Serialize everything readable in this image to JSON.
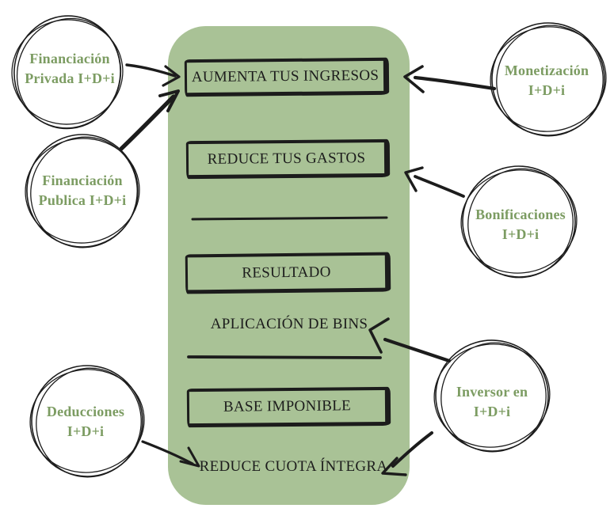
{
  "colors": {
    "panel_green": "#a9c296",
    "text_green": "#7c9c62",
    "ink": "#1c1c1c",
    "background": "#ffffff"
  },
  "panel": {
    "boxes": [
      {
        "label": "AUMENTA TUS INGRESOS"
      },
      {
        "label": "REDUCE TUS GASTOS"
      },
      {
        "label": "RESULTADO"
      },
      {
        "label": "BASE IMPONIBLE"
      }
    ],
    "labels": [
      {
        "label": "APLICACIÓN DE BINS"
      },
      {
        "label": "REDUCE CUOTA ÍNTEGRA"
      }
    ]
  },
  "circles": [
    {
      "id": "financiacion-privada",
      "lines": [
        "Financiación",
        "Privada I+D+i"
      ]
    },
    {
      "id": "financiacion-publica",
      "lines": [
        "Financiación",
        "Publica I+D+i"
      ]
    },
    {
      "id": "monetizacion",
      "lines": [
        "Monetización",
        "I+D+i"
      ]
    },
    {
      "id": "bonificaciones",
      "lines": [
        "Bonificaciones",
        "I+D+i"
      ]
    },
    {
      "id": "deducciones",
      "lines": [
        "Deducciones",
        "I+D+i"
      ]
    },
    {
      "id": "inversor",
      "lines": [
        "Inversor en",
        "I+D+i"
      ]
    }
  ]
}
